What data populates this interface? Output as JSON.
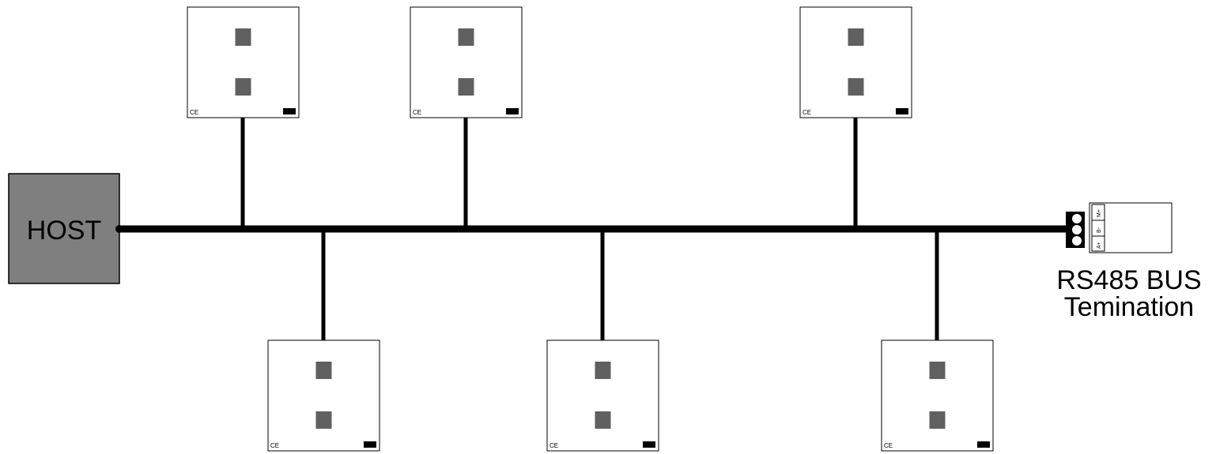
{
  "host": {
    "label": "HOST",
    "color": "#7f7f7f"
  },
  "bus": {
    "color": "#000000"
  },
  "devices": [
    {
      "position": "top",
      "ce_mark": "CE",
      "logo": "A"
    },
    {
      "position": "top",
      "ce_mark": "CE",
      "logo": "A"
    },
    {
      "position": "top",
      "ce_mark": "CE",
      "logo": "A"
    },
    {
      "position": "bottom",
      "ce_mark": "CE",
      "logo": "A"
    },
    {
      "position": "bottom",
      "ce_mark": "CE",
      "logo": "A"
    },
    {
      "position": "bottom",
      "ce_mark": "CE",
      "logo": "A"
    }
  ],
  "termination": {
    "label_line1": "RS485 BUS",
    "label_line2": "Temination",
    "pins": [
      "M+",
      "B-",
      "A+"
    ]
  }
}
